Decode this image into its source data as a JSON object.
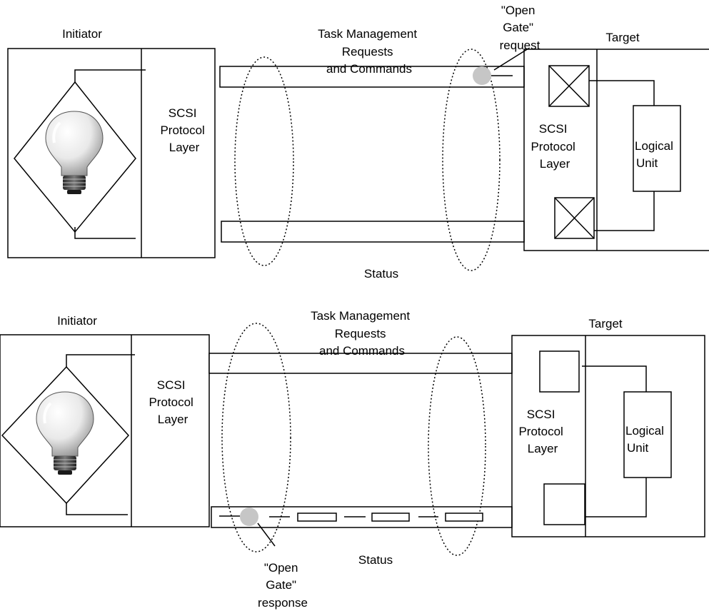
{
  "top_panel": {
    "initiator": {
      "title": "Initiator",
      "layer_lines": [
        "SCSI",
        "Protocol",
        "Layer"
      ]
    },
    "channel_label_lines": [
      "Task Management",
      "Requests",
      "and Commands"
    ],
    "status_label": "Status",
    "open_gate_request_lines": [
      "\"Open",
      "Gate\"",
      "request"
    ],
    "target": {
      "title": "Target",
      "layer_lines": [
        "SCSI",
        "Protocol",
        "Layer"
      ],
      "logical_unit_lines": [
        "Logical",
        "Unit"
      ]
    }
  },
  "bottom_panel": {
    "initiator": {
      "title": "Initiator",
      "layer_lines": [
        "SCSI",
        "Protocol",
        "Layer"
      ]
    },
    "channel_label_lines": [
      "Task Management",
      "Requests",
      "and Commands"
    ],
    "status_label": "Status",
    "open_gate_response_lines": [
      "\"Open",
      "Gate\"",
      "response"
    ],
    "target": {
      "title": "Target",
      "layer_lines": [
        "SCSI",
        "Protocol",
        "Layer"
      ],
      "logical_unit_lines": [
        "Logical",
        "Unit"
      ]
    }
  },
  "icons": {
    "bulb": "light-bulb-icon",
    "gate_closed": "closed-gate-icon",
    "gate_open": "open-gate-icon",
    "gate_token": "open-gate-token-icon",
    "status_packet": "status-packet-icon"
  }
}
